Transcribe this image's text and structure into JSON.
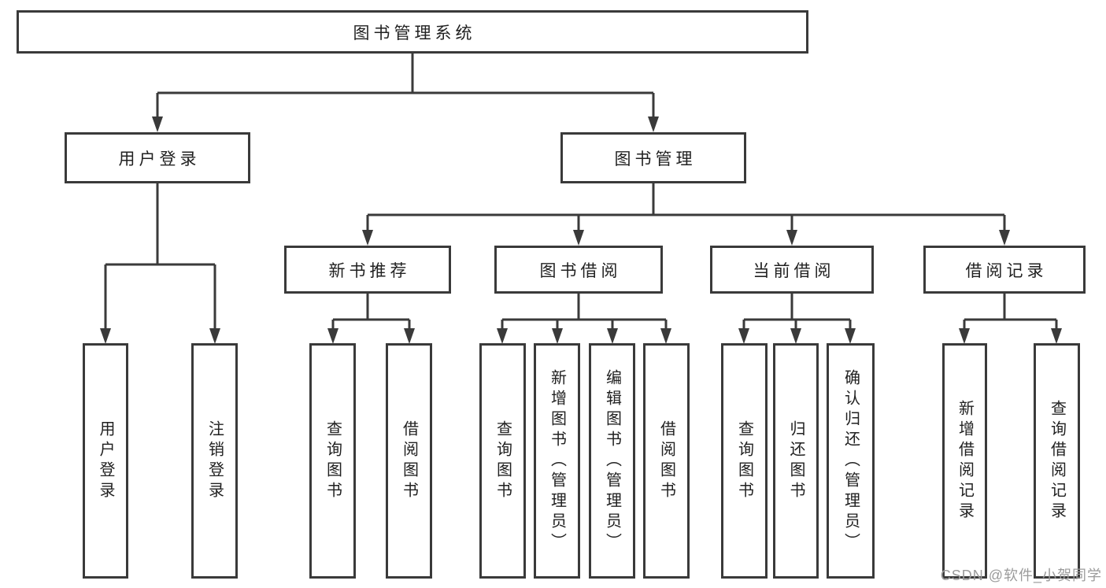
{
  "diagram": {
    "title_node": {
      "label": "图书管理系统"
    },
    "level2": [
      {
        "label": "用户登录"
      },
      {
        "label": "图书管理"
      }
    ],
    "level3": [
      {
        "label": "新书推荐"
      },
      {
        "label": "图书借阅"
      },
      {
        "label": "当前借阅"
      },
      {
        "label": "借阅记录"
      }
    ],
    "leaves": {
      "user_login": [
        {
          "label": "用户登录"
        },
        {
          "label": "注销登录"
        }
      ],
      "new_book": [
        {
          "label": "查询图书"
        },
        {
          "label": "借阅图书"
        }
      ],
      "borrowing": [
        {
          "label": "查询图书"
        },
        {
          "label": "新增图书（管理员）"
        },
        {
          "label": "编辑图书（管理员）"
        },
        {
          "label": "借阅图书"
        }
      ],
      "current": [
        {
          "label": "查询图书"
        },
        {
          "label": "归还图书"
        },
        {
          "label": "确认归还（管理员）"
        }
      ],
      "records": [
        {
          "label": "新增借阅记录"
        },
        {
          "label": "查询借阅记录"
        }
      ]
    }
  },
  "watermark": {
    "text": "CSDN @软件_小贺同学"
  },
  "colors": {
    "line": "#3a3a3a",
    "text": "#212121",
    "watermark": "#9b9b9b",
    "background": "#ffffff"
  }
}
